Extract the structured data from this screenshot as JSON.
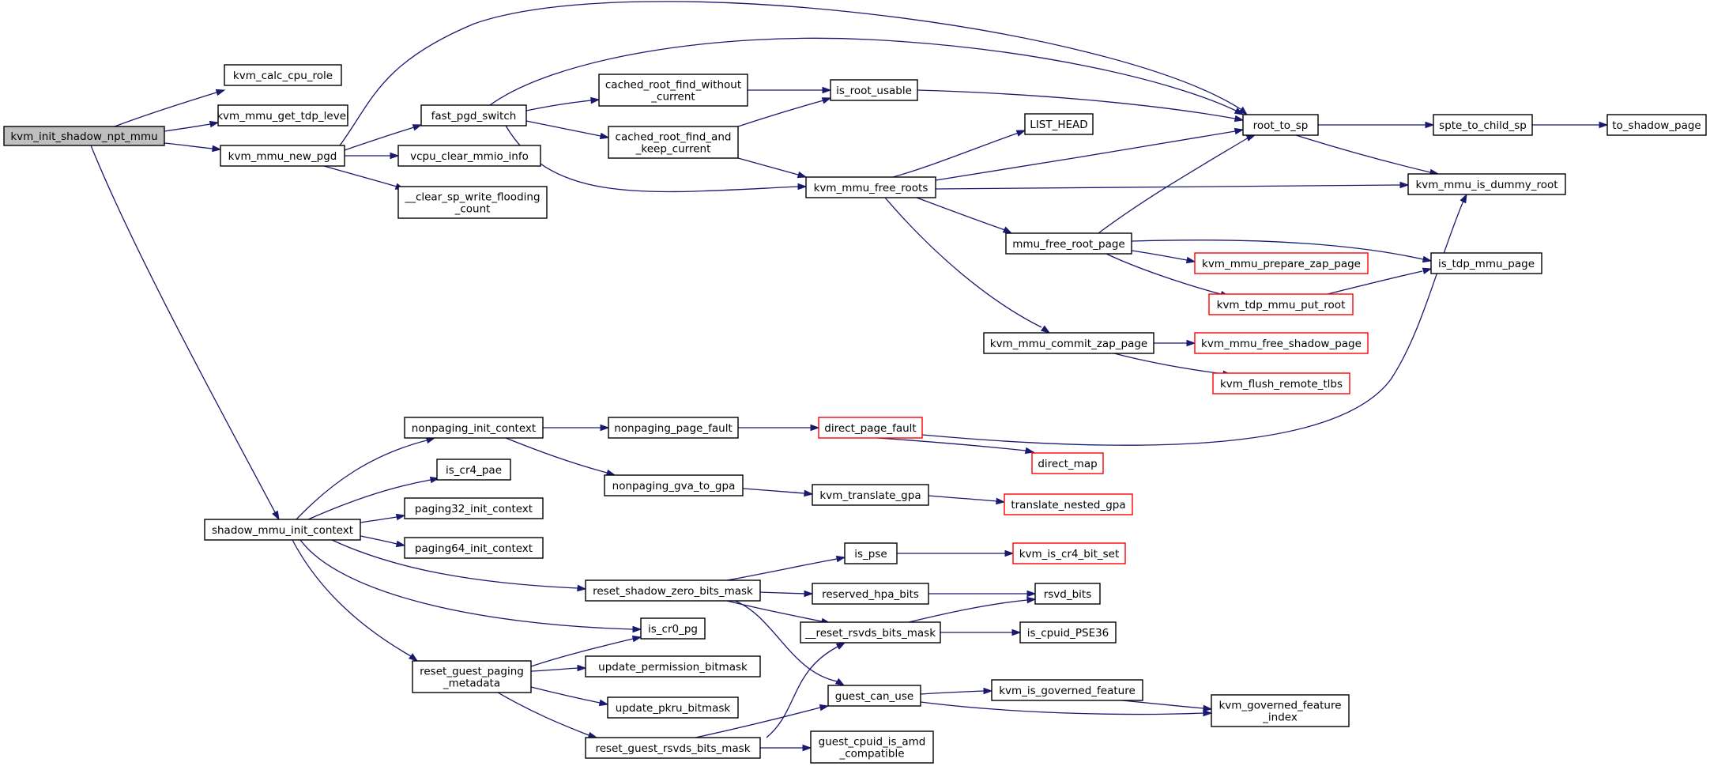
{
  "colors": {
    "edge": "#191970",
    "root_fill": "#bfbfbf",
    "red_border": "#ff0000"
  },
  "nodes": [
    {
      "id": "n0",
      "lines": [
        "kvm_init_shadow_npt_mmu"
      ],
      "root": true
    },
    {
      "id": "n1",
      "lines": [
        "kvm_calc_cpu_role"
      ]
    },
    {
      "id": "n2",
      "lines": [
        "kvm_mmu_get_tdp_level"
      ]
    },
    {
      "id": "n3",
      "lines": [
        "kvm_mmu_new_pgd"
      ]
    },
    {
      "id": "n4",
      "lines": [
        "fast_pgd_switch"
      ]
    },
    {
      "id": "n5",
      "lines": [
        "vcpu_clear_mmio_info"
      ]
    },
    {
      "id": "n6",
      "lines": [
        "__clear_sp_write_flooding",
        "_count"
      ]
    },
    {
      "id": "n7",
      "lines": [
        "cached_root_find_without",
        "_current"
      ]
    },
    {
      "id": "n8",
      "lines": [
        "cached_root_find_and",
        "_keep_current"
      ]
    },
    {
      "id": "n9",
      "lines": [
        "is_root_usable"
      ]
    },
    {
      "id": "n10",
      "lines": [
        "kvm_mmu_free_roots"
      ]
    },
    {
      "id": "n11",
      "lines": [
        "LIST_HEAD"
      ]
    },
    {
      "id": "n12",
      "lines": [
        "root_to_sp"
      ]
    },
    {
      "id": "n13",
      "lines": [
        "spte_to_child_sp"
      ]
    },
    {
      "id": "n14",
      "lines": [
        "to_shadow_page"
      ]
    },
    {
      "id": "n15",
      "lines": [
        "kvm_mmu_is_dummy_root"
      ]
    },
    {
      "id": "n16",
      "lines": [
        "mmu_free_root_page"
      ]
    },
    {
      "id": "n17",
      "lines": [
        "kvm_mmu_prepare_zap_page"
      ],
      "red": true
    },
    {
      "id": "n18",
      "lines": [
        "kvm_tdp_mmu_put_root"
      ],
      "red": true
    },
    {
      "id": "n19",
      "lines": [
        "is_tdp_mmu_page"
      ]
    },
    {
      "id": "n20",
      "lines": [
        "kvm_mmu_commit_zap_page"
      ]
    },
    {
      "id": "n21",
      "lines": [
        "kvm_mmu_free_shadow_page"
      ],
      "red": true
    },
    {
      "id": "n22",
      "lines": [
        "kvm_flush_remote_tlbs"
      ],
      "red": true
    },
    {
      "id": "n23",
      "lines": [
        "shadow_mmu_init_context"
      ]
    },
    {
      "id": "n24",
      "lines": [
        "nonpaging_init_context"
      ]
    },
    {
      "id": "n25",
      "lines": [
        "nonpaging_page_fault"
      ]
    },
    {
      "id": "n26",
      "lines": [
        "direct_page_fault"
      ],
      "red": true
    },
    {
      "id": "n27",
      "lines": [
        "direct_map"
      ],
      "red": true
    },
    {
      "id": "n28",
      "lines": [
        "nonpaging_gva_to_gpa"
      ]
    },
    {
      "id": "n29",
      "lines": [
        "kvm_translate_gpa"
      ]
    },
    {
      "id": "n30",
      "lines": [
        "translate_nested_gpa"
      ],
      "red": true
    },
    {
      "id": "n31",
      "lines": [
        "is_cr4_pae"
      ]
    },
    {
      "id": "n32",
      "lines": [
        "paging32_init_context"
      ]
    },
    {
      "id": "n33",
      "lines": [
        "paging64_init_context"
      ]
    },
    {
      "id": "n34",
      "lines": [
        "reset_shadow_zero_bits_mask"
      ]
    },
    {
      "id": "n35",
      "lines": [
        "is_pse"
      ]
    },
    {
      "id": "n36",
      "lines": [
        "kvm_is_cr4_bit_set"
      ],
      "red": true
    },
    {
      "id": "n37",
      "lines": [
        "reserved_hpa_bits"
      ]
    },
    {
      "id": "n38",
      "lines": [
        "rsvd_bits"
      ]
    },
    {
      "id": "n39",
      "lines": [
        "__reset_rsvds_bits_mask"
      ]
    },
    {
      "id": "n40",
      "lines": [
        "is_cpuid_PSE36"
      ]
    },
    {
      "id": "n41",
      "lines": [
        "is_cr0_pg"
      ]
    },
    {
      "id": "n42",
      "lines": [
        "reset_guest_paging",
        "_metadata"
      ]
    },
    {
      "id": "n43",
      "lines": [
        "update_permission_bitmask"
      ]
    },
    {
      "id": "n44",
      "lines": [
        "update_pkru_bitmask"
      ]
    },
    {
      "id": "n45",
      "lines": [
        "guest_can_use"
      ]
    },
    {
      "id": "n46",
      "lines": [
        "kvm_is_governed_feature"
      ]
    },
    {
      "id": "n47",
      "lines": [
        "kvm_governed_feature",
        "_index"
      ]
    },
    {
      "id": "n48",
      "lines": [
        "reset_guest_rsvds_bits_mask"
      ]
    },
    {
      "id": "n49",
      "lines": [
        "guest_cpuid_is_amd",
        "_compatible"
      ]
    }
  ]
}
